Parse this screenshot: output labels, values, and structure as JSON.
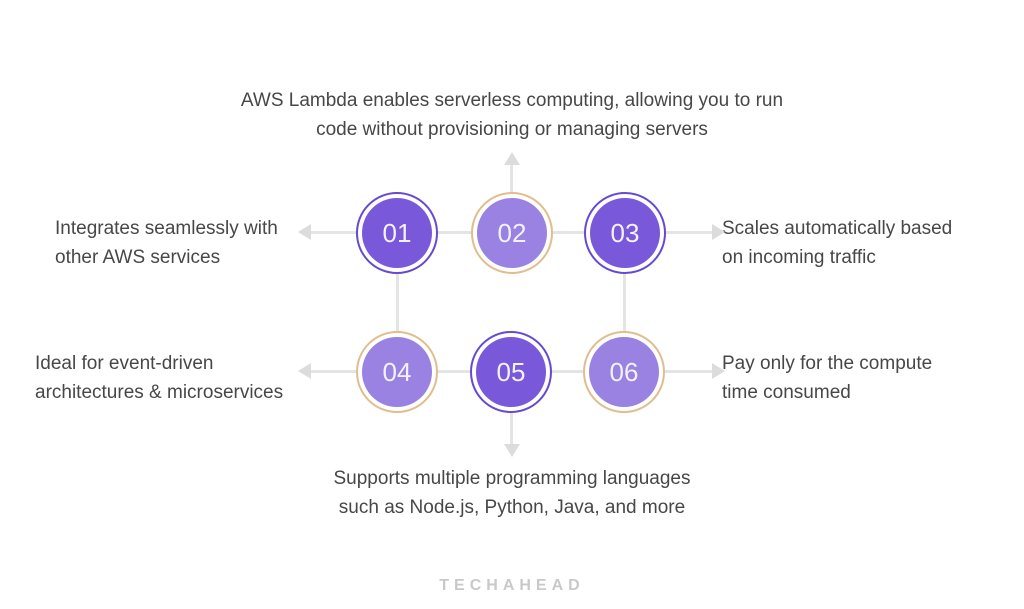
{
  "title": {
    "line1": "AWS Lambda enables serverless computing, allowing you to run",
    "line2": "code without provisioning or managing servers"
  },
  "labels": {
    "left1": {
      "line1": "Integrates seamlessly with",
      "line2": "other AWS services"
    },
    "right1": {
      "line1": "Scales automatically based",
      "line2": "on incoming traffic"
    },
    "left2": {
      "line1": "Ideal for event-driven",
      "line2": "architectures & microservices"
    },
    "right2": {
      "line1": "Pay only for the compute",
      "line2": "time consumed"
    },
    "bottom": {
      "line1": "Supports multiple programming languages",
      "line2": "such as Node.js, Python, Java, and more"
    }
  },
  "nodes": [
    {
      "number": "01",
      "variant": "dark"
    },
    {
      "number": "02",
      "variant": "light"
    },
    {
      "number": "03",
      "variant": "dark"
    },
    {
      "number": "04",
      "variant": "light"
    },
    {
      "number": "05",
      "variant": "dark"
    },
    {
      "number": "06",
      "variant": "light"
    }
  ],
  "logo": "TECHAHEAD",
  "colors": {
    "node_dark_fill": "#7a58da",
    "node_dark_ring": "#6748d1",
    "node_light_fill": "#9a82e3",
    "node_light_ring": "#e1bd8e",
    "connector_gray": "#e4e4e4",
    "arrow_gray": "#dcdcdc",
    "text_gray": "#474747",
    "logo_gray": "#c9c9c9"
  }
}
